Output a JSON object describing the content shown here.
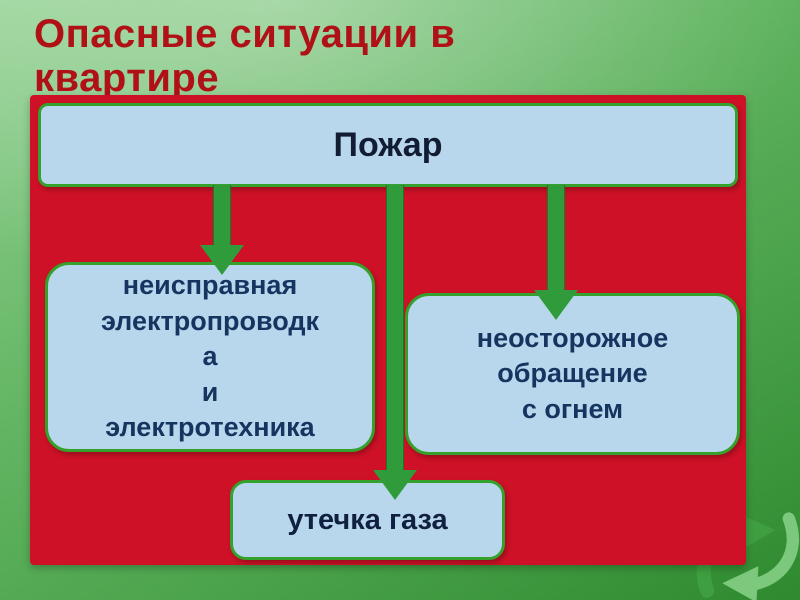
{
  "slide": {
    "title": "Опасные ситуации в квартире"
  },
  "diagram": {
    "root": {
      "label": "Пожар"
    },
    "causes": [
      {
        "label": "неисправная\nэлектропроводк\nа\nи\nэлектротехника"
      },
      {
        "label": "неосторожное\nобращение\nс огнем"
      },
      {
        "label": "утечка газа"
      }
    ]
  },
  "icons": {
    "decoration": "curved-recycle-arrows"
  },
  "colors": {
    "background_green": "#5cb25c",
    "panel_red": "#ce1126",
    "box_fill": "#b9d7ec",
    "box_border": "#35a02c",
    "box_text": "#15345f",
    "title_red": "#b01116",
    "arrow_green": "#2f9b3a"
  }
}
